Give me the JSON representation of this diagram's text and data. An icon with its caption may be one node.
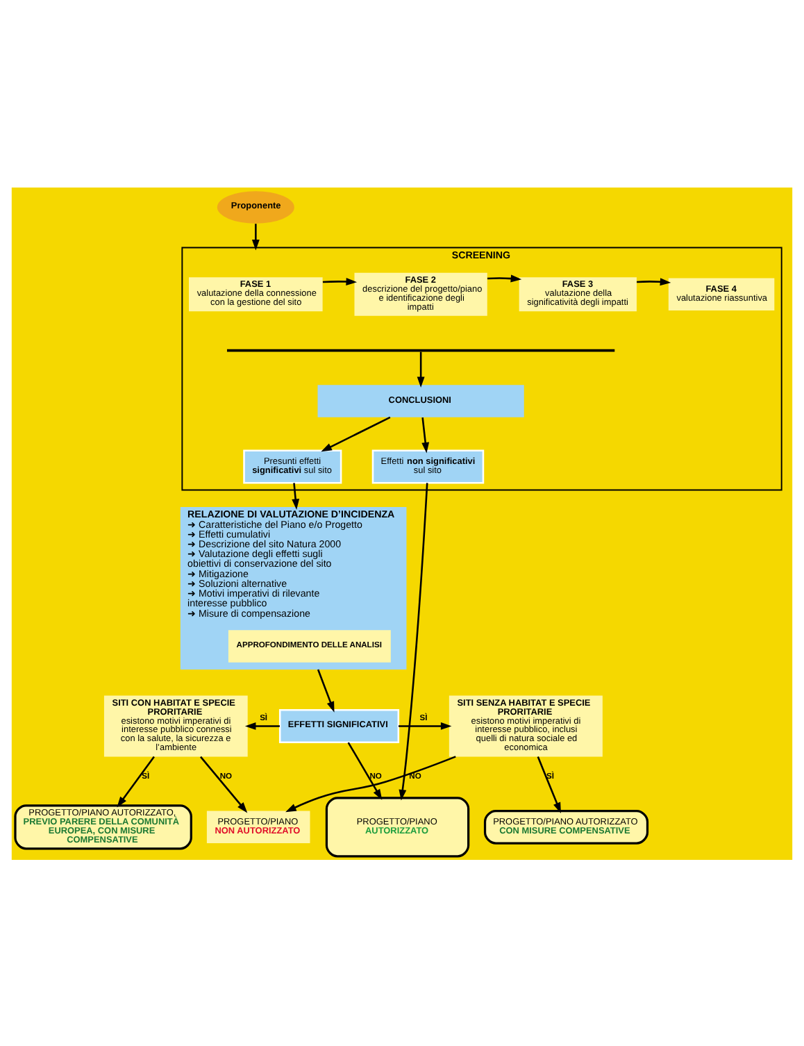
{
  "diagram": {
    "nodes": [
      {
        "text": [
          "Proponente"
        ]
      },
      {
        "text": [
          "SCREENING"
        ]
      },
      {
        "text": [
          "FASE 1",
          "valutazione della connessione con la gestione del sito"
        ],
        "in": 1
      },
      {
        "text": [
          "FASE 2",
          "descrizione del progetto/piano e identificazione degli impatti"
        ],
        "in": 1
      },
      {
        "text": [
          "FASE 3",
          "valutazione della significatività degli impatti"
        ],
        "in": 1
      },
      {
        "text": [
          "FASE 4",
          "valutazione riassuntiva"
        ],
        "in": 1
      },
      {
        "text": [],
        "shape": "bar",
        "in": 1
      },
      {
        "text": [
          "CONCLUSIONI"
        ],
        "in": 1
      },
      {
        "text": [
          "Presunti effetti **significativi** sul sito"
        ],
        "in": 1
      },
      {
        "text": [
          "Effetti **non significativi** sul sito"
        ],
        "in": 1
      },
      {
        "text": [
          "RELAZIONE DI VALUTAZIONE D’INCIDENZA",
          "➜ Caratteristiche del Piano e/o Progetto",
          "➜ Effetti cumulativi",
          "➜ Descrizione del sito Natura 2000",
          "➜ Valutazione degli effetti sugli obiettivi di conservazione del sito",
          "➜ Mitigazione",
          "➜ Soluzioni alternative",
          "➜ Motivi imperativi di rilevante interesse pubblico",
          "➜ Misure di compensazione"
        ]
      },
      {
        "text": [
          "APPROFONDIMENTO DELLE ANALISI"
        ],
        "in": 10
      },
      {
        "text": [
          "PROGETTO/PIANO",
          "AUTORIZZATO"
        ]
      },
      {
        "text": [
          "EFFETTI SIGNIFICATIVI"
        ]
      },
      {
        "text": [
          "SITI CON HABITAT E SPECIE PRORITARIE",
          "esistono motivi imperativi di interesse pubblico connessi con la salute, la sicurezza e l’ambiente"
        ]
      },
      {
        "text": [
          "PROGETTO/PIANO",
          "NON AUTORIZZATO"
        ]
      },
      {
        "text": [
          "SITI SENZA HABITAT E SPECIE PRORITARIE",
          "esistono motivi imperativi di interesse pubblico, inclusi quelli di natura sociale ed economica"
        ]
      },
      {
        "text": [
          "PROGETTO/PIANO AUTORIZZATO,",
          "PREVIO PARERE DELLA COMUNITÀ EUROPEA, CON MISURE COMPENSATIVE"
        ]
      },
      {
        "text": [
          "PROGETTO/PIANO AUTORIZZATO",
          "CON MISURE COMPENSATIVE"
        ]
      }
    ],
    "edges": [
      {
        "from": 0,
        "to": 1,
        "arrow": "to"
      },
      {
        "from": 2,
        "to": 3,
        "arrow": "to"
      },
      {
        "from": 3,
        "to": 4,
        "arrow": "to"
      },
      {
        "from": 4,
        "to": 5,
        "arrow": "to"
      },
      {
        "from": 6,
        "to": 7,
        "arrow": "to"
      },
      {
        "from": 7,
        "to": 8,
        "arrow": "to"
      },
      {
        "from": 7,
        "to": 9,
        "arrow": "to"
      },
      {
        "from": 8,
        "to": 10,
        "arrow": "to"
      },
      {
        "from": 9,
        "to": 12,
        "arrow": "to"
      },
      {
        "from": 10,
        "to": 13,
        "arrow": "to"
      },
      {
        "from": 13,
        "to": 12,
        "arrow": "to",
        "label": "NO"
      },
      {
        "from": 13,
        "to": 14,
        "arrow": "to",
        "label": "SÌ"
      },
      {
        "from": 13,
        "to": 16,
        "arrow": "to",
        "label": "SÌ"
      },
      {
        "from": 14,
        "to": 15,
        "arrow": "to",
        "label": "NO"
      },
      {
        "from": 16,
        "to": 15,
        "arrow": "to",
        "label": "NO"
      },
      {
        "from": 14,
        "to": 17,
        "arrow": "to",
        "label": "SÌ"
      },
      {
        "from": 16,
        "to": 18,
        "arrow": "to",
        "label": "SÌ"
      }
    ]
  }
}
